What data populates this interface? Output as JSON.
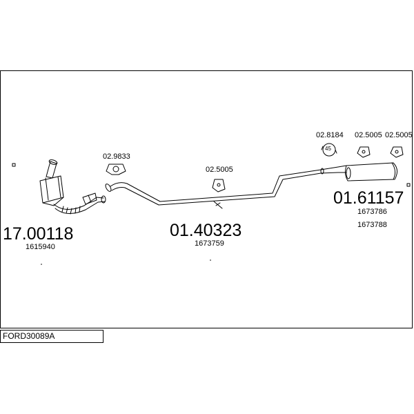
{
  "parts": {
    "catalyst": {
      "number": "17.00118",
      "oem": "1615940"
    },
    "middle_pipe": {
      "number": "01.40323",
      "oem": "1673759"
    },
    "rear_silencer": {
      "number": "01.61157",
      "oem_1": "1673786",
      "oem_2": "1673788"
    }
  },
  "small_parts": {
    "gasket_front": "02.9833",
    "hanger_middle": "02.5005",
    "clamp_rear": "02.8184",
    "clamp_label": "45",
    "hanger_rear_1": "02.5005",
    "hanger_rear_2": "02.5005"
  },
  "diagram_code": "FORD30089A",
  "colors": {
    "line": "#000000",
    "background": "#ffffff"
  }
}
